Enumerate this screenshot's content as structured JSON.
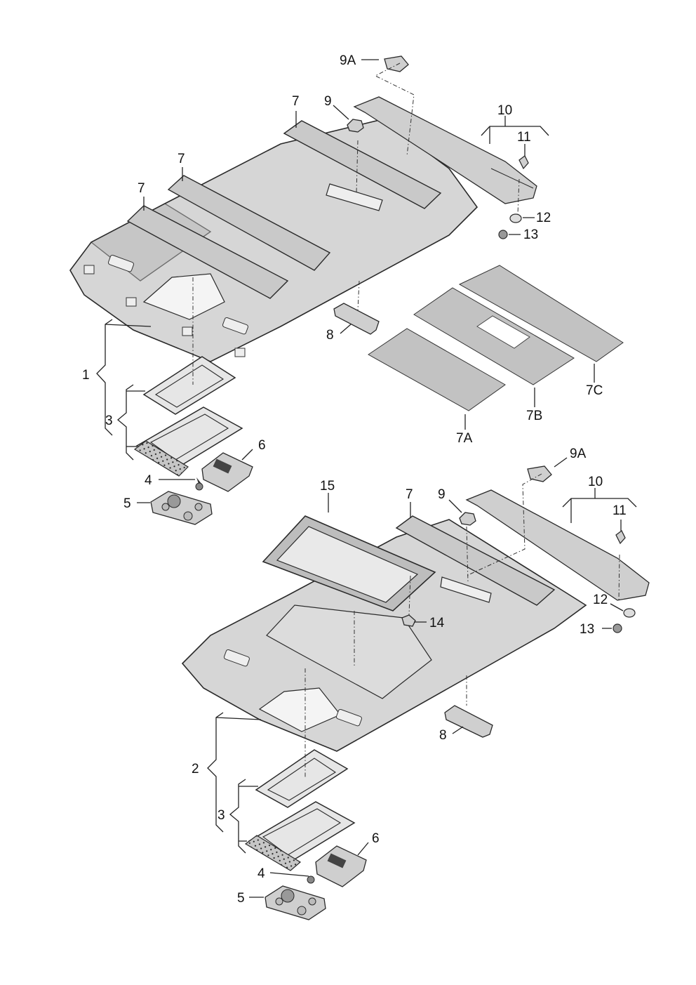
{
  "labels": {
    "l1": "1",
    "l2": "2",
    "l3a": "3",
    "l3b": "3",
    "l4a": "4",
    "l4b": "4",
    "l5a": "5",
    "l5b": "5",
    "l6a": "6",
    "l6b": "6",
    "l7a": "7",
    "l7b": "7",
    "l7c": "7",
    "l7d": "7",
    "l7A": "7A",
    "l7B": "7B",
    "l7C": "7C",
    "l8a": "8",
    "l8b": "8",
    "l9a": "9",
    "l9b": "9",
    "l9Aa": "9A",
    "l9Ab": "9A",
    "l10a": "10",
    "l10b": "10",
    "l11a": "11",
    "l11b": "11",
    "l12a": "12",
    "l12b": "12",
    "l13a": "13",
    "l13b": "13",
    "l14": "14",
    "l15": "15"
  }
}
